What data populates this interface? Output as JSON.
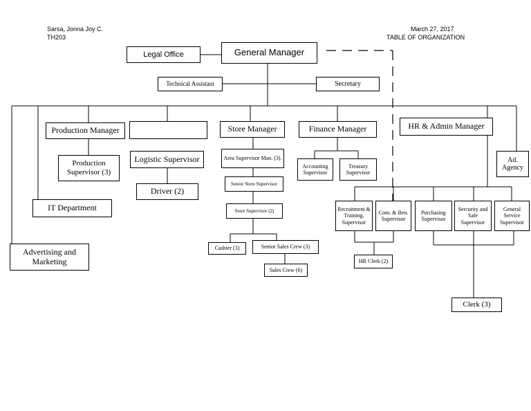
{
  "header": {
    "author": "Sarsa, Jonna Joy C.",
    "section": "TH203",
    "date": "March 27, 2017",
    "doc_title": "TABLE OF ORGANIZATION"
  },
  "boxes": {
    "legal_office": "Legal Office",
    "general_manager": "General Manager",
    "technical_assistant": "Technical Assistant",
    "secretary": "Secretary",
    "production_manager": "Production Manager",
    "production_supervisor": "Production Supervisor (3)",
    "blank_box": "",
    "logistic_supervisor": "Logistic Supervisor",
    "driver": "Driver (2)",
    "store_manager": "Store Manager",
    "area_supervisor": "Area Supervisor Man. (3).",
    "senior_store_supervisor": "Senior Store Supervisor",
    "store_supervisor": "Store Supervisor (2)",
    "cashier": "Cashier (3)",
    "senior_sales_crew": "Senior Sales Crew (3)",
    "sales_crew": "Sales Crew (6)",
    "finance_manager": "Finance Manager",
    "accounting_supervisor": "Accounting Supervisor",
    "treasury_supervisor": "Treasury Supervisor",
    "hr_admin_manager": "HR & Admin Manager",
    "ad_agency": "Ad. Agency",
    "recruitment_supervisor": "Recruitment & Training. Supervisor",
    "comben_supervisor": "Com. & Ben. Supervisor",
    "purchasing_supervisor": "Purchasing Supervisor",
    "security_supervisor": "Sercurity and Safe Supervisor",
    "general_service_supervisor": "General Service Supervisor",
    "hr_clerk": "HR Clerk (2)",
    "clerk": "Clerk (3)",
    "it_department": "IT Department",
    "advertising_marketing": "Advertising and Marketing"
  }
}
